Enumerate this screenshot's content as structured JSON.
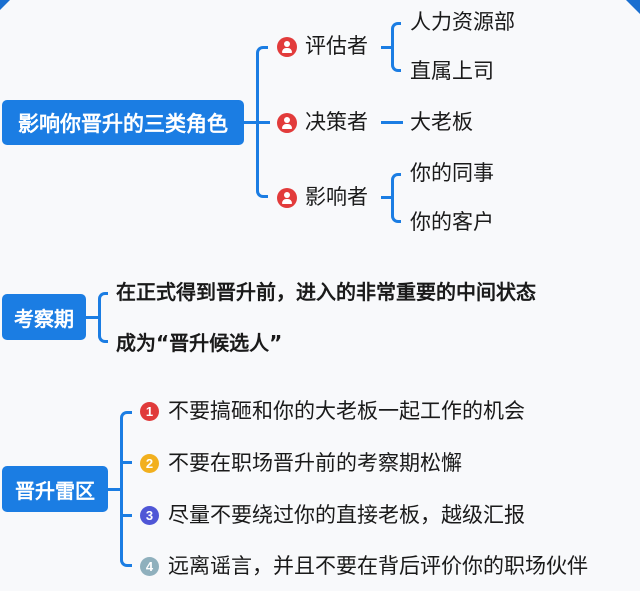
{
  "colors": {
    "topic_bg": "#1b7de3",
    "connector": "#1b7de3",
    "person_icon": "#e23b3b",
    "num_1": "#e03a3a",
    "num_2": "#f2b01e",
    "num_3": "#4f56d6",
    "num_4": "#8fb0bd"
  },
  "section1": {
    "topic": "影响你晋升的三类角色",
    "roles": [
      {
        "icon": "person-icon",
        "label": "评估者",
        "children": [
          "人力资源部",
          "直属上司"
        ]
      },
      {
        "icon": "person-icon",
        "label": "决策者",
        "children": [
          "大老板"
        ]
      },
      {
        "icon": "person-icon",
        "label": "影响者",
        "children": [
          "你的同事",
          "你的客户"
        ]
      }
    ]
  },
  "section2": {
    "topic": "考察期",
    "items": [
      "在正式得到晋升前，进入的非常重要的中间状态",
      "成为“晋升候选人”"
    ]
  },
  "section3": {
    "topic": "晋升雷区",
    "items": [
      {
        "num": "1",
        "text": "不要搞砸和你的大老板一起工作的机会"
      },
      {
        "num": "2",
        "text": "不要在职场晋升前的考察期松懈"
      },
      {
        "num": "3",
        "text": "尽量不要绕过你的直接老板，越级汇报"
      },
      {
        "num": "4",
        "text": "远离谣言，并且不要在背后评价你的职场伙伴"
      }
    ]
  }
}
